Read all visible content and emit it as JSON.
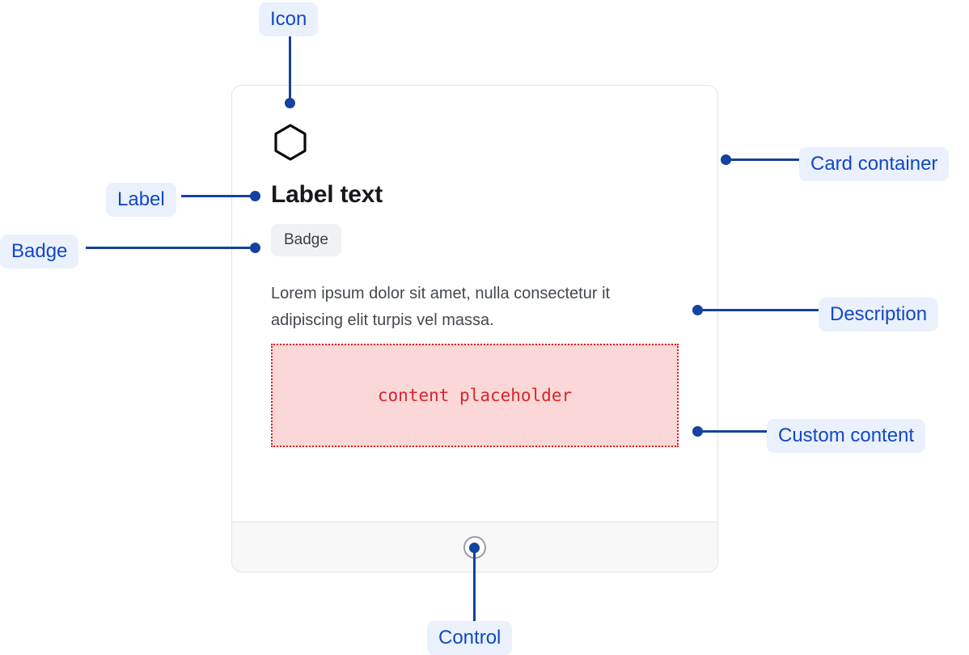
{
  "card": {
    "icon": "hexagon-icon",
    "title": "Label text",
    "badge": "Badge",
    "description": "Lorem ipsum dolor sit amet, nulla consectetur it adipiscing elit turpis vel massa.",
    "placeholder_text": "content placeholder",
    "control": "radio-knob"
  },
  "annotations": {
    "icon": "Icon",
    "label": "Label",
    "badge": "Badge",
    "card_container": "Card container",
    "description": "Description",
    "custom_content": "Custom content",
    "control": "Control"
  },
  "colors": {
    "annotation_text": "#1348c4",
    "annotation_bg": "#eaf1fd",
    "annotation_line": "#14429e",
    "placeholder_fill": "#fcd7d7",
    "placeholder_border": "#e01b1b",
    "placeholder_text": "#d8242b",
    "badge_bg": "#f0f1f3",
    "badge_text": "#3b3f46",
    "card_border": "#e2e3e5",
    "card_footer_bg": "#f8f8f8",
    "title_text": "#16181c",
    "description_text": "#444950"
  }
}
